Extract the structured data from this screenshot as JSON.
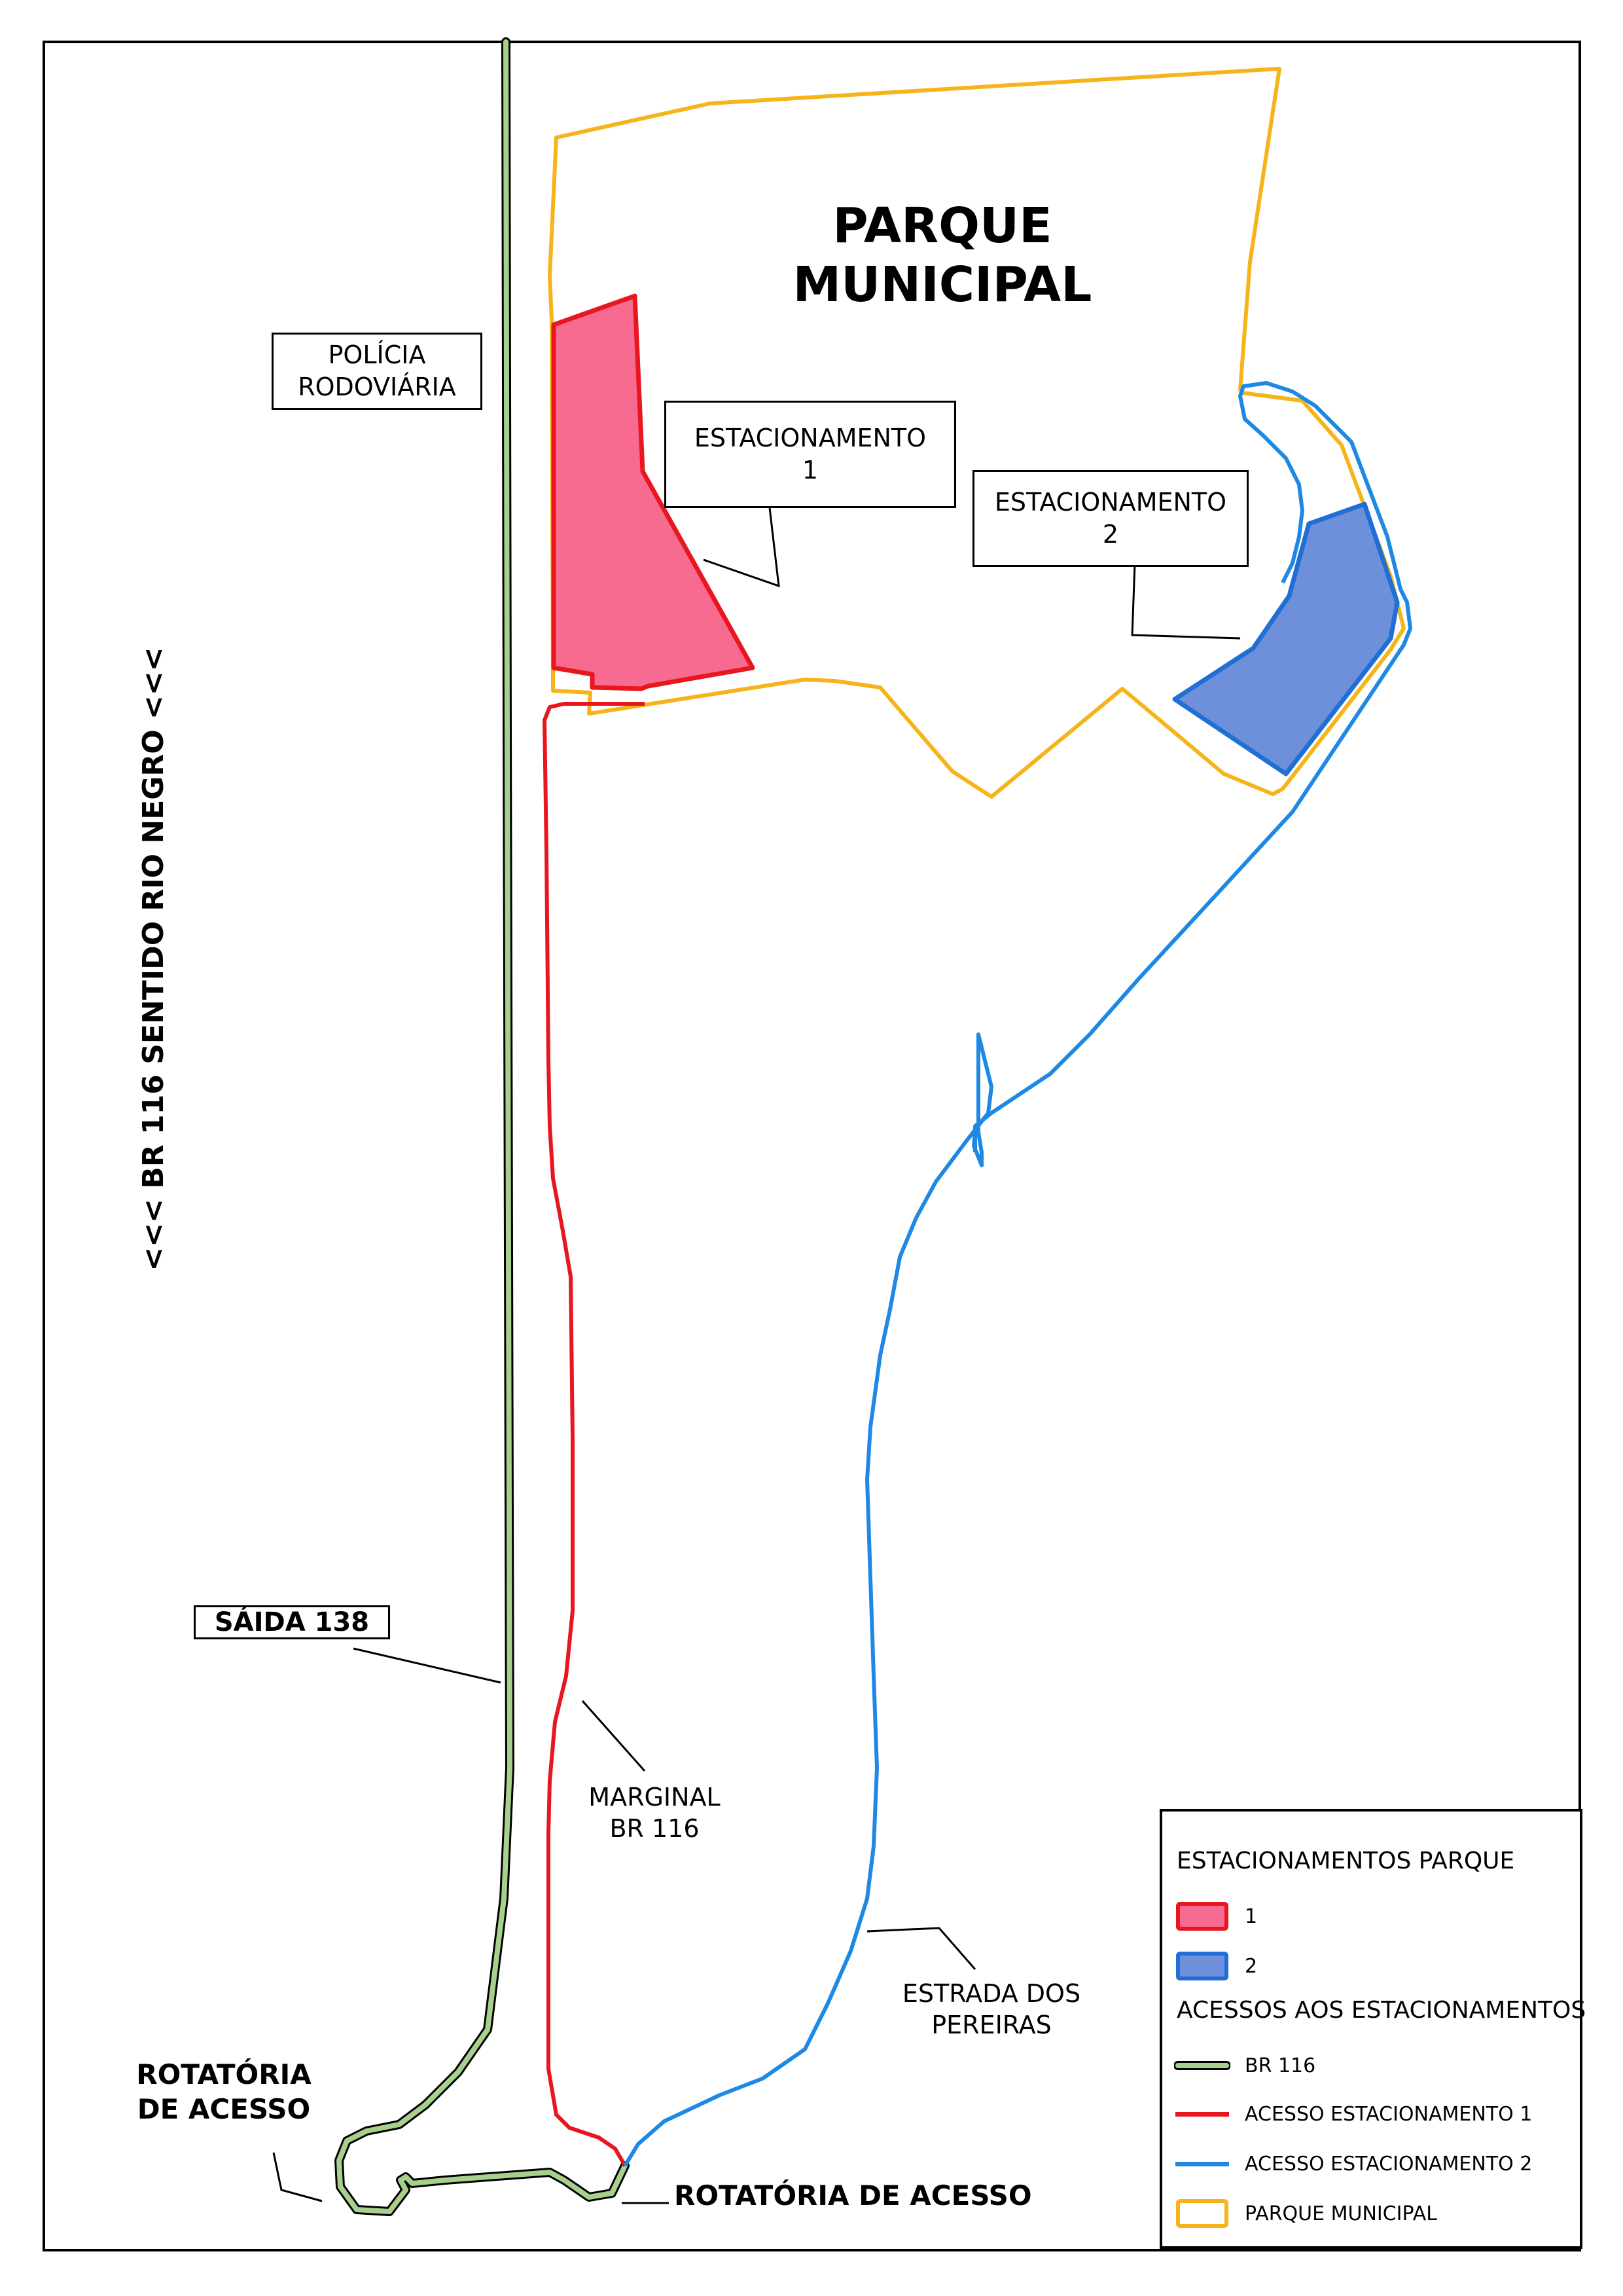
{
  "colors": {
    "parking1_fill": "#f76b91",
    "parking1_stroke": "#e8161e",
    "parking2_fill": "#6e8fd9",
    "parking2_stroke": "#1f6fd6",
    "br116": "#a8d08d",
    "acesso1": "#e8161e",
    "acesso2": "#1e88e5",
    "parque": "#f5b51a"
  },
  "title": {
    "line1": "PARQUE",
    "line2": "MUNICIPAL"
  },
  "labels": {
    "policia_line1": "POLÍCIA",
    "policia_line2": "RODOVIÁRIA",
    "est1_line1": "ESTACIONAMENTO",
    "est1_line2": "1",
    "est2_line1": "ESTACIONAMENTO",
    "est2_line2": "2",
    "br116_road": "<<<  BR 116 SENTIDO RIO NEGRO  <<<",
    "saida": "SÁIDA 138",
    "marginal_line1": "MARGINAL",
    "marginal_line2": "BR 116",
    "estrada_line1": "ESTRADA DOS",
    "estrada_line2": "PEREIRAS",
    "rot_left_line1": "ROTATÓRIA",
    "rot_left_line2": "DE ACESSO",
    "rot_bottom": "ROTATÓRIA DE ACESSO"
  },
  "legend": {
    "section1": "ESTACIONAMENTOS PARQUE",
    "item1": "1",
    "item2": "2",
    "section2": "ACESSOS AOS ESTACIONAMENTOS",
    "item_br116": "BR 116",
    "item_acesso1": "ACESSO ESTACIONAMENTO 1",
    "item_acesso2": "ACESSO ESTACIONAMENTO 2",
    "item_parque": "PARQUE MUNICIPAL"
  }
}
